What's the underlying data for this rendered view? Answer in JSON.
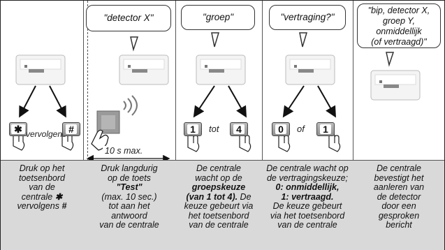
{
  "bubbles": {
    "step2": "\"detector X\"",
    "step3": "\"groep\"",
    "step4": "\"vertraging?\"",
    "step5_line1": "\"bip, detector X,",
    "step5_line2": "groep Y,",
    "step5_line3": "onmiddellijk",
    "step5_line4": "(of vertraagd)\""
  },
  "keys": {
    "star": "✱",
    "hash": "#",
    "one_a": "1",
    "four": "4",
    "zero": "0",
    "one_b": "1"
  },
  "inline_words": {
    "vervolgens": "vervolgens",
    "tot": "tot",
    "of": "of",
    "duration": "10 s max."
  },
  "captions": {
    "step1": {
      "l1": "Druk op het",
      "l2": "toetsenbord",
      "l3": "van de",
      "l4": "centrale",
      "l4_key": "✱",
      "l5": "vervolgens",
      "l5_key": "#"
    },
    "step2": {
      "l1": "Druk langdurig",
      "l2": "op de toets",
      "l3": "\"Test\"",
      "l4": "(max. 10 sec.)",
      "l5": "tot aan het",
      "l6": "antwoord",
      "l7": "van de centrale"
    },
    "step3": {
      "l1": "De centrale",
      "l2": "wacht op de",
      "l3": "groepskeuze",
      "l4_bold": "(van 1 tot 4).",
      "l4_rest": " De",
      "l5": "keuze gebeurt via",
      "l6": "het toetsenbord",
      "l7": "van de centrale"
    },
    "step4": {
      "l1": "De centrale wacht op",
      "l2": "de vertragingskeuze;",
      "l3": "0: onmiddellijk,",
      "l4": "1: vertraagd.",
      "l5": "De keuze gebeurt",
      "l6": "via het toetsenbord",
      "l7": "van de centrale"
    },
    "step5": {
      "l1": "De centrale",
      "l2": "bevestigt het",
      "l3": "aanleren van",
      "l4": "de detector",
      "l5": "door een",
      "l6": "gesproken",
      "l7": "bericht"
    }
  },
  "colors": {
    "caption_band": "#d9d9d9",
    "key_fill": "#9a9a9a",
    "outline": "#333333"
  },
  "icons": [
    "control-panel-icon",
    "hand-press-icon",
    "detector-icon",
    "radio-waves-icon",
    "arrow-icon"
  ]
}
